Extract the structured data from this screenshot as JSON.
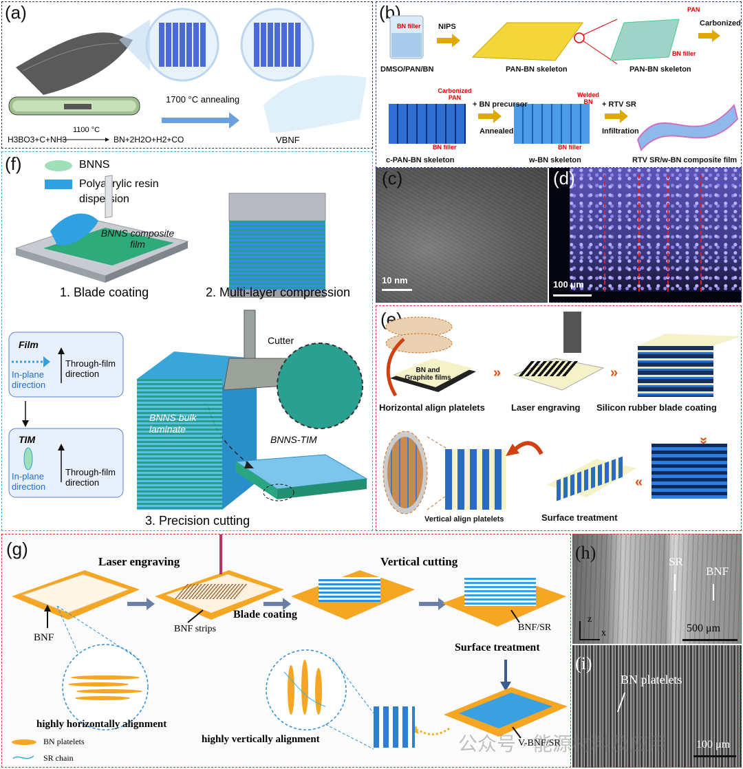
{
  "panels": {
    "a": {
      "label": "(a)",
      "annealing": "1700 °C annealing",
      "reaction_left": "H3BO3+C+NH3",
      "reaction_temp": "1100 °C",
      "reaction_right": "BN+2H2O+H2+CO",
      "product": "VBNF"
    },
    "b": {
      "label": "(b)",
      "bn_filler_beaker": "BN filler",
      "solution": "DMSO/PAN/BN",
      "step_nips": "NIPS",
      "skeleton_1": "PAN-BN skeleton",
      "skeleton_2": "PAN-BN skeleton",
      "pan": "PAN",
      "bn_filler_1": "BN filler",
      "step_carbonized": "Carbonized",
      "carbonized_pan": "Carbonized PAN",
      "bn_filler_2": "BN filler",
      "step_bn_precursor": "+ BN precursor",
      "step_annealed": "Annealed",
      "welded_bn": "Welded BN",
      "bn_filler_3": "BN filler",
      "step_rtv": "+ RTV SR",
      "step_infiltration": "Infiltration",
      "skeleton_3": "c-PAN-BN skeleton",
      "skeleton_4": "w-BN skeleton",
      "composite": "RTV SR/w-BN composite film"
    },
    "c": {
      "label": "(c)",
      "scale": "10 nm"
    },
    "d": {
      "label": "(d)",
      "scale": "100 μm"
    },
    "e": {
      "label": "(e)",
      "films": "BN and Graphite films",
      "step1": "Horizontal align platelets",
      "step2": "Laser engraving",
      "step3": "Silicon rubber blade coating",
      "step4": "Surface treatment",
      "step5": "Vertical align platelets"
    },
    "f": {
      "label": "(f)",
      "legend_bnns": "BNNS",
      "legend_resin": "Polyacrylic resin dispersion",
      "film_label": "BNNS composite film",
      "step1": "1. Blade coating",
      "step2": "2. Multi-layer compression",
      "step3": "3. Precision cutting",
      "cutter": "Cutter",
      "bulk": "BNNS bulk laminate",
      "tim_label": "BNNS-TIM",
      "box1_title": "Film",
      "box2_title": "TIM",
      "in_plane": "In-plane direction",
      "through_film": "Through-film direction"
    },
    "g": {
      "label": "(g)",
      "laser": "Laser engraving",
      "vertical": "Vertical cutting",
      "bnf": "BNF",
      "strips": "BNF strips",
      "blade": "Blade coating",
      "bnf_sr": "BNF/SR",
      "surface": "Surface treatment",
      "horiz": "highly horizontally alignment",
      "vert": "highly vertically alignment",
      "legend_platelets": "BN platelets",
      "legend_chain": "SR chain",
      "vbnf_sr": "V-BNF/SR"
    },
    "h": {
      "label": "(h)",
      "sr": "SR",
      "bnf": "BNF",
      "scale": "500 μm",
      "axis_z": "z",
      "axis_x": "x"
    },
    "i": {
      "label": "(i)",
      "platelets": "BN platelets",
      "scale": "100 μm"
    }
  },
  "watermark": "公众号 · 能源材料及应用",
  "colors": {
    "frame_a": "#333333",
    "frame_b": "#2b3a8c",
    "frame_f": "#3aa0e0",
    "frame_e": "#d93030",
    "frame_g": "#d93030",
    "bn_blue": "#4a78e0",
    "orange": "#f5a623"
  }
}
